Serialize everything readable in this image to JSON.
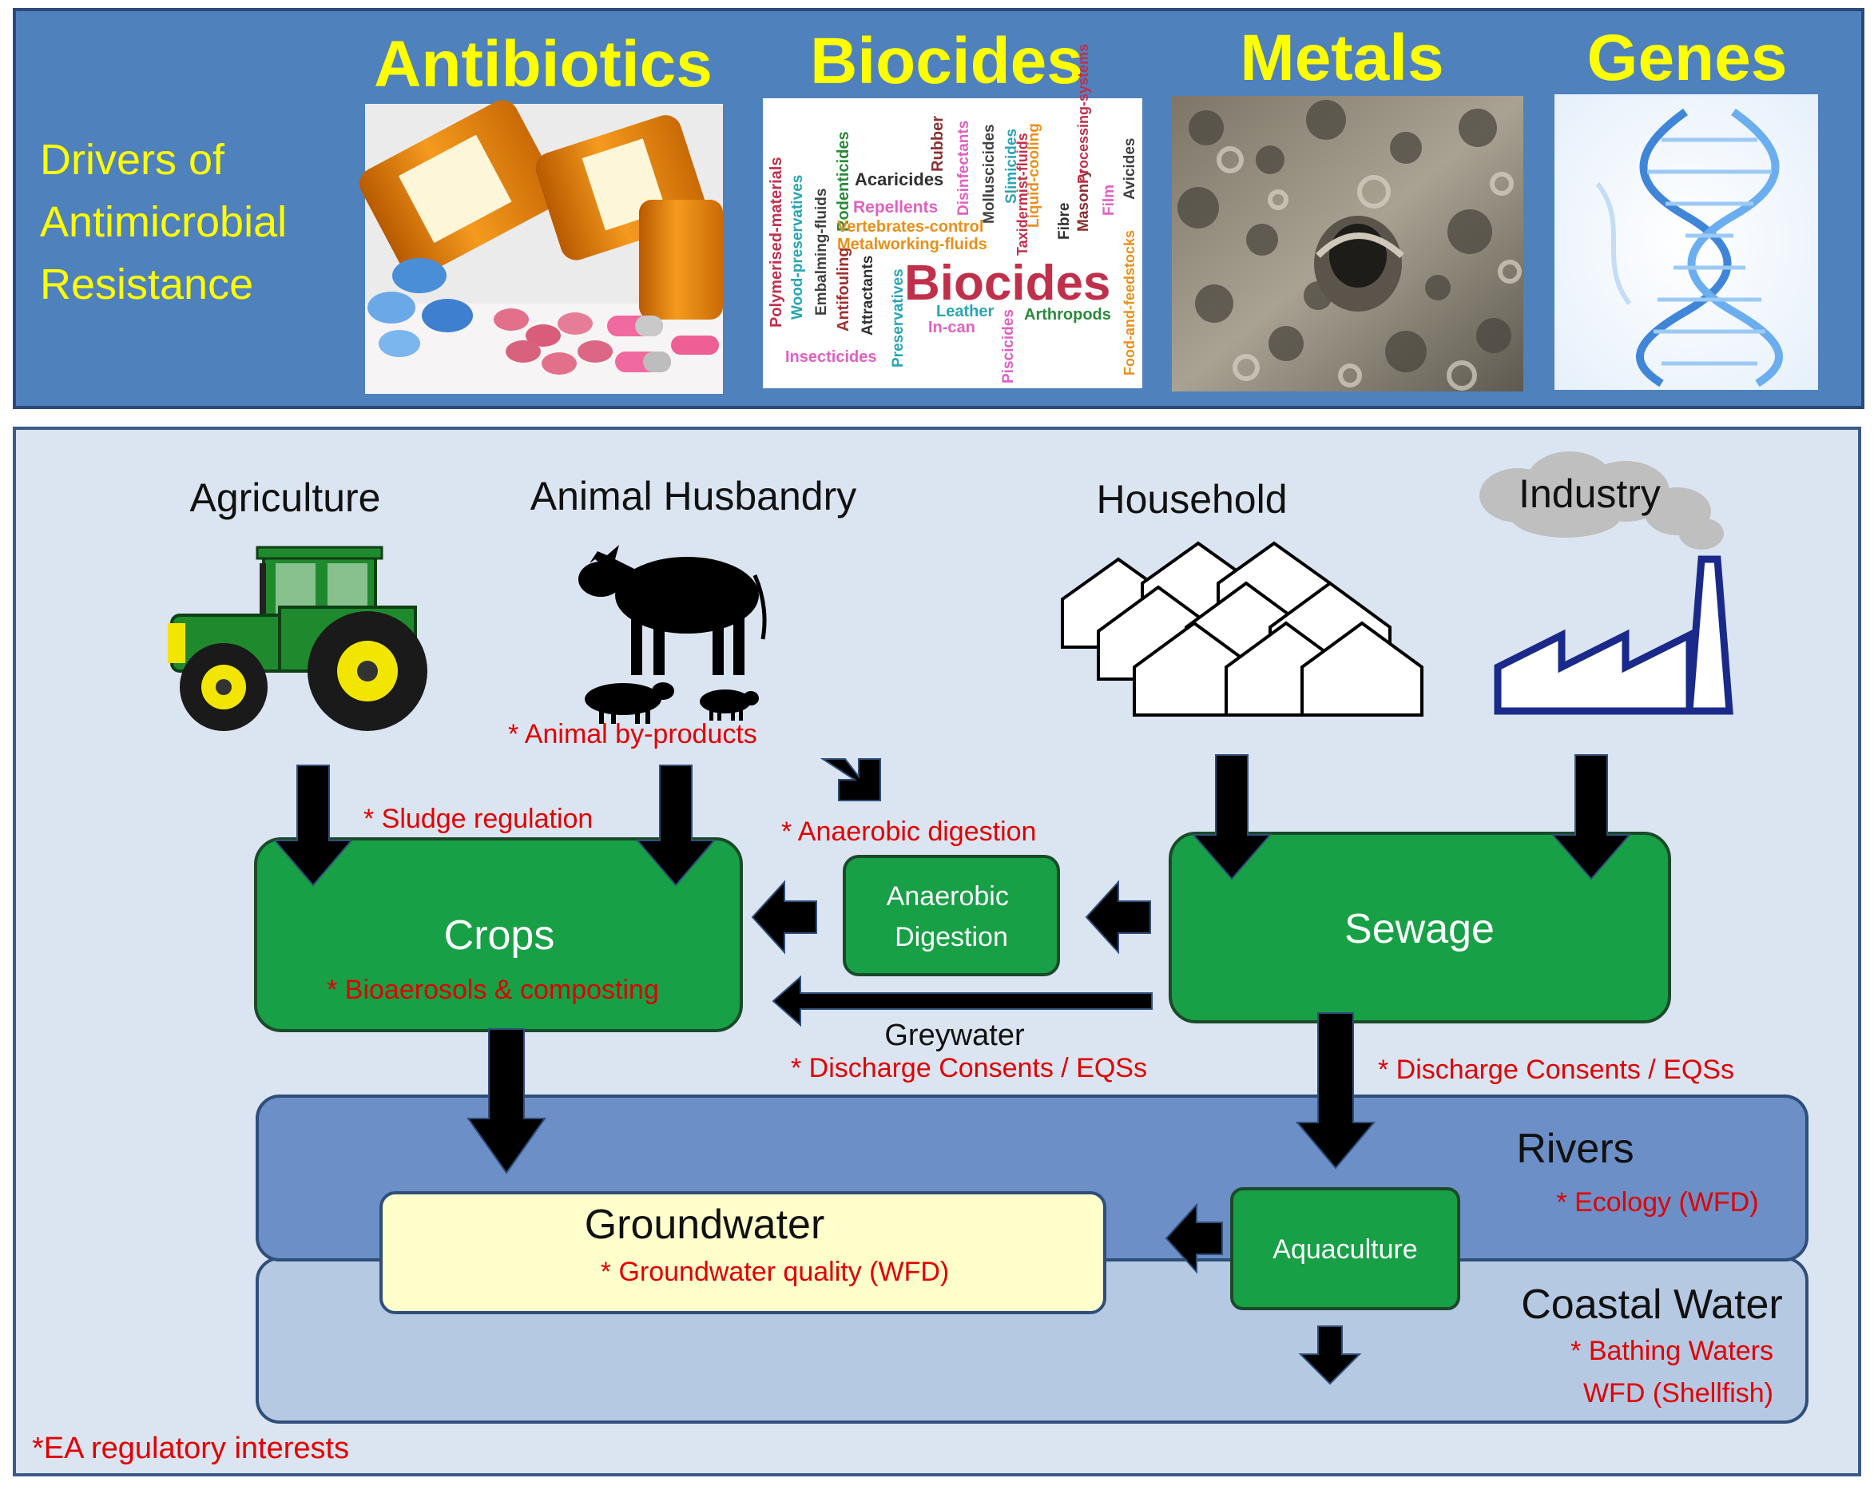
{
  "header": {
    "drivers_label_lines": [
      "Drivers of",
      "Antimicrobial",
      "Resistance"
    ],
    "categories": [
      "Antibiotics",
      "Biocides",
      "Metals",
      "Genes"
    ],
    "biocide_words": {
      "main": "Biocides",
      "vertical": [
        "Polymerised-materials",
        "Wood-preservatives",
        "Embalming-fluids",
        "Rodenticides",
        "Antifouling",
        "Attractants",
        "Preservatives",
        "Rubber",
        "Disinfectants",
        "Molluscicides",
        "Slimicides",
        "Liquid-cooling",
        "Taxidermist-fluids",
        "Fibre",
        "Masonry",
        "Processing-systems",
        "Film",
        "Avicides",
        "Piscicides",
        "Food-and-feedstocks"
      ],
      "horizontal": [
        "Acaricides",
        "Repellents",
        "Vertebrates-control",
        "Metalworking-fluids",
        "Leather",
        "In-can",
        "Arthropods",
        "Insecticides"
      ]
    }
  },
  "sources": {
    "agriculture": "Agriculture",
    "animal_husbandry": "Animal Husbandry",
    "household": "Household",
    "industry": "Industry"
  },
  "nodes": {
    "crops": "Crops",
    "anaerobic_digestion_lines": [
      "Anaerobic",
      "Digestion"
    ],
    "sewage": "Sewage",
    "greywater": "Greywater",
    "rivers": "Rivers",
    "coastal_water": "Coastal Water",
    "groundwater": "Groundwater",
    "aquaculture": "Aquaculture"
  },
  "regulatory_notes": {
    "animal_by_products": "* Animal by-products",
    "sludge_regulation": "* Sludge regulation",
    "anaerobic_digestion": "* Anaerobic digestion",
    "bioaerosols": "* Bioaerosols & composting",
    "discharge_left": "* Discharge Consents /  EQSs",
    "discharge_right": "* Discharge Consents /  EQSs",
    "ecology": "* Ecology (WFD)",
    "groundwater_quality": "* Groundwater quality (WFD)",
    "bathing_waters": "* Bathing Waters",
    "shellfish": "WFD (Shellfish)",
    "footnote": "*EA regulatory interests"
  },
  "colors": {
    "header_bg": "#4f81bd",
    "title_yellow": "#ffff00",
    "main_bg": "#dbe5f1",
    "green_box": "#17a046",
    "river_band": "#6b8fc6",
    "coastal_band": "#b6c9e3",
    "groundwater_box": "#ffffcc",
    "reg_red": "#e00000"
  }
}
